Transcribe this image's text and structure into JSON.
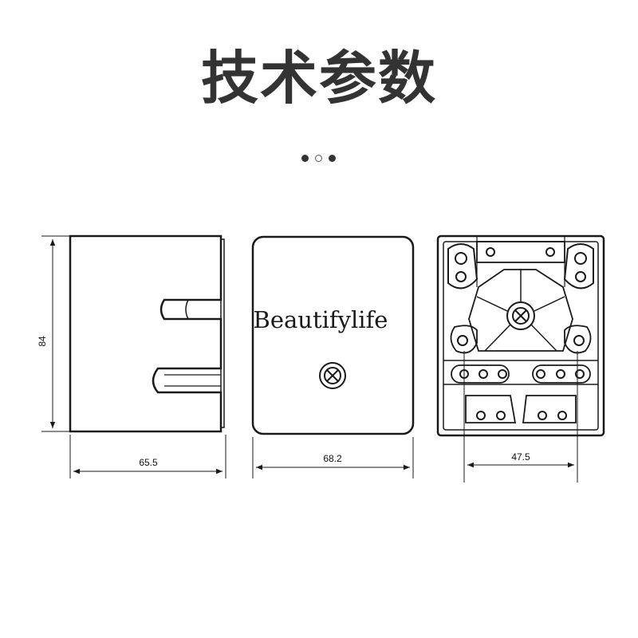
{
  "title": "技术参数",
  "pager": {
    "count": 3,
    "active_index": 1
  },
  "watermark": "Beautifylife",
  "dimensions": {
    "height": "84",
    "side_width": "65.5",
    "front_width": "68.2",
    "bottom_mounting": "47.5"
  },
  "colors": {
    "line": "#1a1a1a",
    "title": "#333333",
    "background": "#ffffff"
  }
}
